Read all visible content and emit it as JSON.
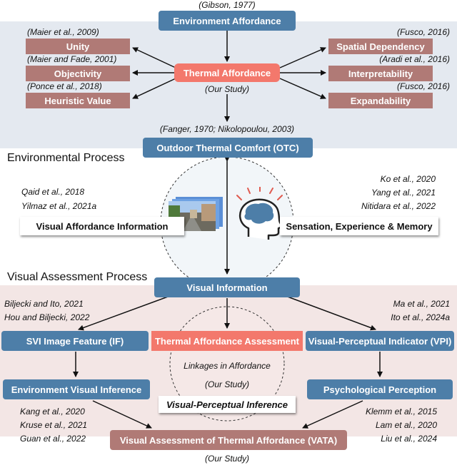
{
  "sections": {
    "environmental": "Environmental Process",
    "visual_assessment": "Visual Assessment Process"
  },
  "top": {
    "gibson": "(Gibson, 1977)",
    "environment_affordance": "Environment Affordance",
    "thermal_affordance": "Thermal Affordance",
    "our_study": "(Our Study)",
    "left_items": [
      {
        "cite": "(Maier et al., 2009)",
        "label": "Unity"
      },
      {
        "cite": "(Maier and Fade, 2001)",
        "label": "Objectivity"
      },
      {
        "cite": "(Ponce et al., 2018)",
        "label": "Heuristic Value"
      }
    ],
    "right_items": [
      {
        "cite": "(Fusco, 2016)",
        "label": "Spatial Dependency"
      },
      {
        "cite": "(Aradi et al., 2016)",
        "label": "Interpretability"
      },
      {
        "cite": "(Fusco, 2016)",
        "label": "Expandability"
      }
    ]
  },
  "otc": {
    "cite": "(Fanger, 1970; Nikolopoulou, 2003)",
    "label": "Outdoor Thermal Comfort (OTC)"
  },
  "environmental": {
    "left_cites": [
      "Qaid et al., 2018",
      "Yilmaz et al., 2021a"
    ],
    "right_cites": [
      "Ko et al., 2020",
      "Yang et al., 2021",
      "Nitidara et al., 2022"
    ],
    "visual_affordance": "Visual Affordance Information",
    "sensation": "Sensation, Experience & Memory"
  },
  "visual": {
    "visual_information": "Visual Information",
    "left_cites": [
      "Biljecki and Ito, 2021",
      "Hou and Biljecki, 2022"
    ],
    "right_cites": [
      "Ma et al., 2021",
      "Ito et al., 2024a"
    ],
    "svi_feature": "SVI Image Feature (IF)",
    "thermal_assessment": "Thermal Affordance Assessment",
    "vpi": "Visual-Perceptual Indicator (VPI)",
    "linkages": "Linkages in Affordance",
    "our_study": "(Our Study)",
    "env_inference": "Environment Visual Inference",
    "psych_perception": "Psychological Perception",
    "vp_inference": "Visual-Perceptual Inference",
    "bottom_left_cites": [
      "Kang et al., 2020",
      "Kruse et al., 2021",
      "Guan et al., 2022"
    ],
    "bottom_right_cites": [
      "Klemm et al., 2015",
      "Lam et al., 2020",
      "Liu et al., 2024"
    ],
    "vata": "Visual Assessment of Thermal Affordance (VATA)",
    "final_our_study": "(Our Study)"
  }
}
